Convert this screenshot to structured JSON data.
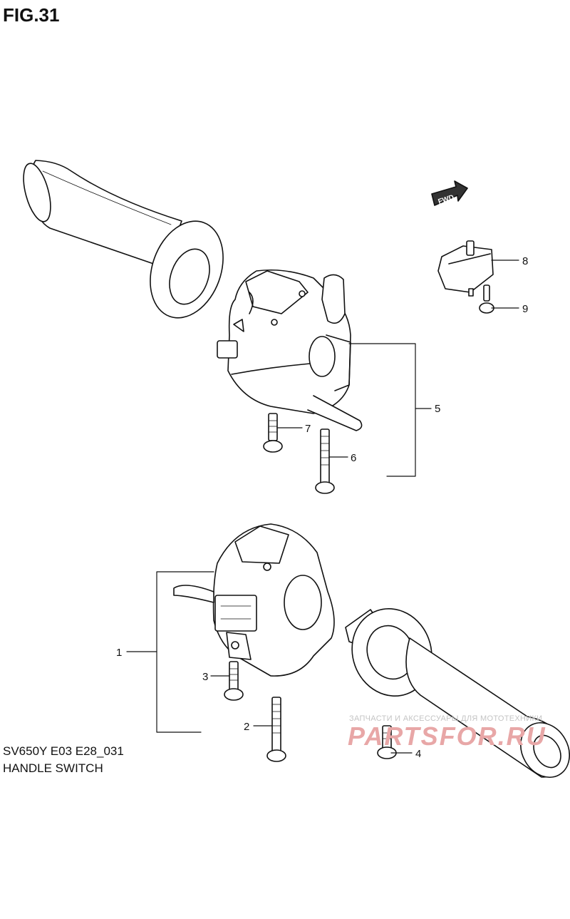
{
  "figure": {
    "title": "FIG.31",
    "code": "SV650Y E03 E28_031",
    "name": "HANDLE SWITCH"
  },
  "fwd_label": "FWD",
  "callouts": [
    {
      "id": "1",
      "label": "1"
    },
    {
      "id": "2",
      "label": "2"
    },
    {
      "id": "3",
      "label": "3"
    },
    {
      "id": "4",
      "label": "4"
    },
    {
      "id": "5",
      "label": "5"
    },
    {
      "id": "6",
      "label": "6"
    },
    {
      "id": "7",
      "label": "7"
    },
    {
      "id": "8",
      "label": "8"
    },
    {
      "id": "9",
      "label": "9"
    }
  ],
  "watermark": {
    "subtitle": "ЗАПЧАСТИ И АКСЕССУАРЫ ДЛЯ МОТОТЕХНИКИ",
    "logo": "PARTSFOR.RU"
  }
}
